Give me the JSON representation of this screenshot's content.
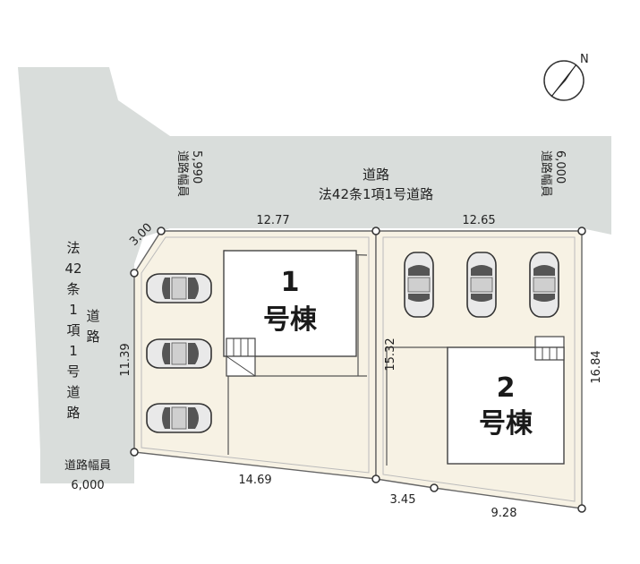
{
  "north": {
    "label": "N"
  },
  "roads": {
    "top": {
      "line1": "道路",
      "line2": "法42条1項1号道路"
    },
    "left": {
      "line1": "法",
      "line2": "42",
      "line3": "条",
      "line4": "1",
      "line5": "項",
      "line6": "1",
      "line7": "号",
      "line8": "道",
      "line9": "路",
      "sub1": "道",
      "sub2": "路"
    },
    "top_left_width": {
      "label": "道路幅員",
      "value": "5,990"
    },
    "top_right_width": {
      "label": "道路幅員",
      "value": "6,000"
    },
    "bottom_left_width": {
      "label": "道路幅員",
      "value": "6,000"
    }
  },
  "dimensions": {
    "corner": "3.00",
    "top_left": "12.77",
    "top_right": "12.65",
    "left": "11.39",
    "middle": "15.32",
    "right": "16.84",
    "bottom_left": "14.69",
    "bottom_mid": "3.45",
    "bottom_right": "9.28"
  },
  "buildings": {
    "b1": {
      "num": "1",
      "name": "号棟"
    },
    "b2": {
      "num": "2",
      "name": "号棟"
    }
  }
}
